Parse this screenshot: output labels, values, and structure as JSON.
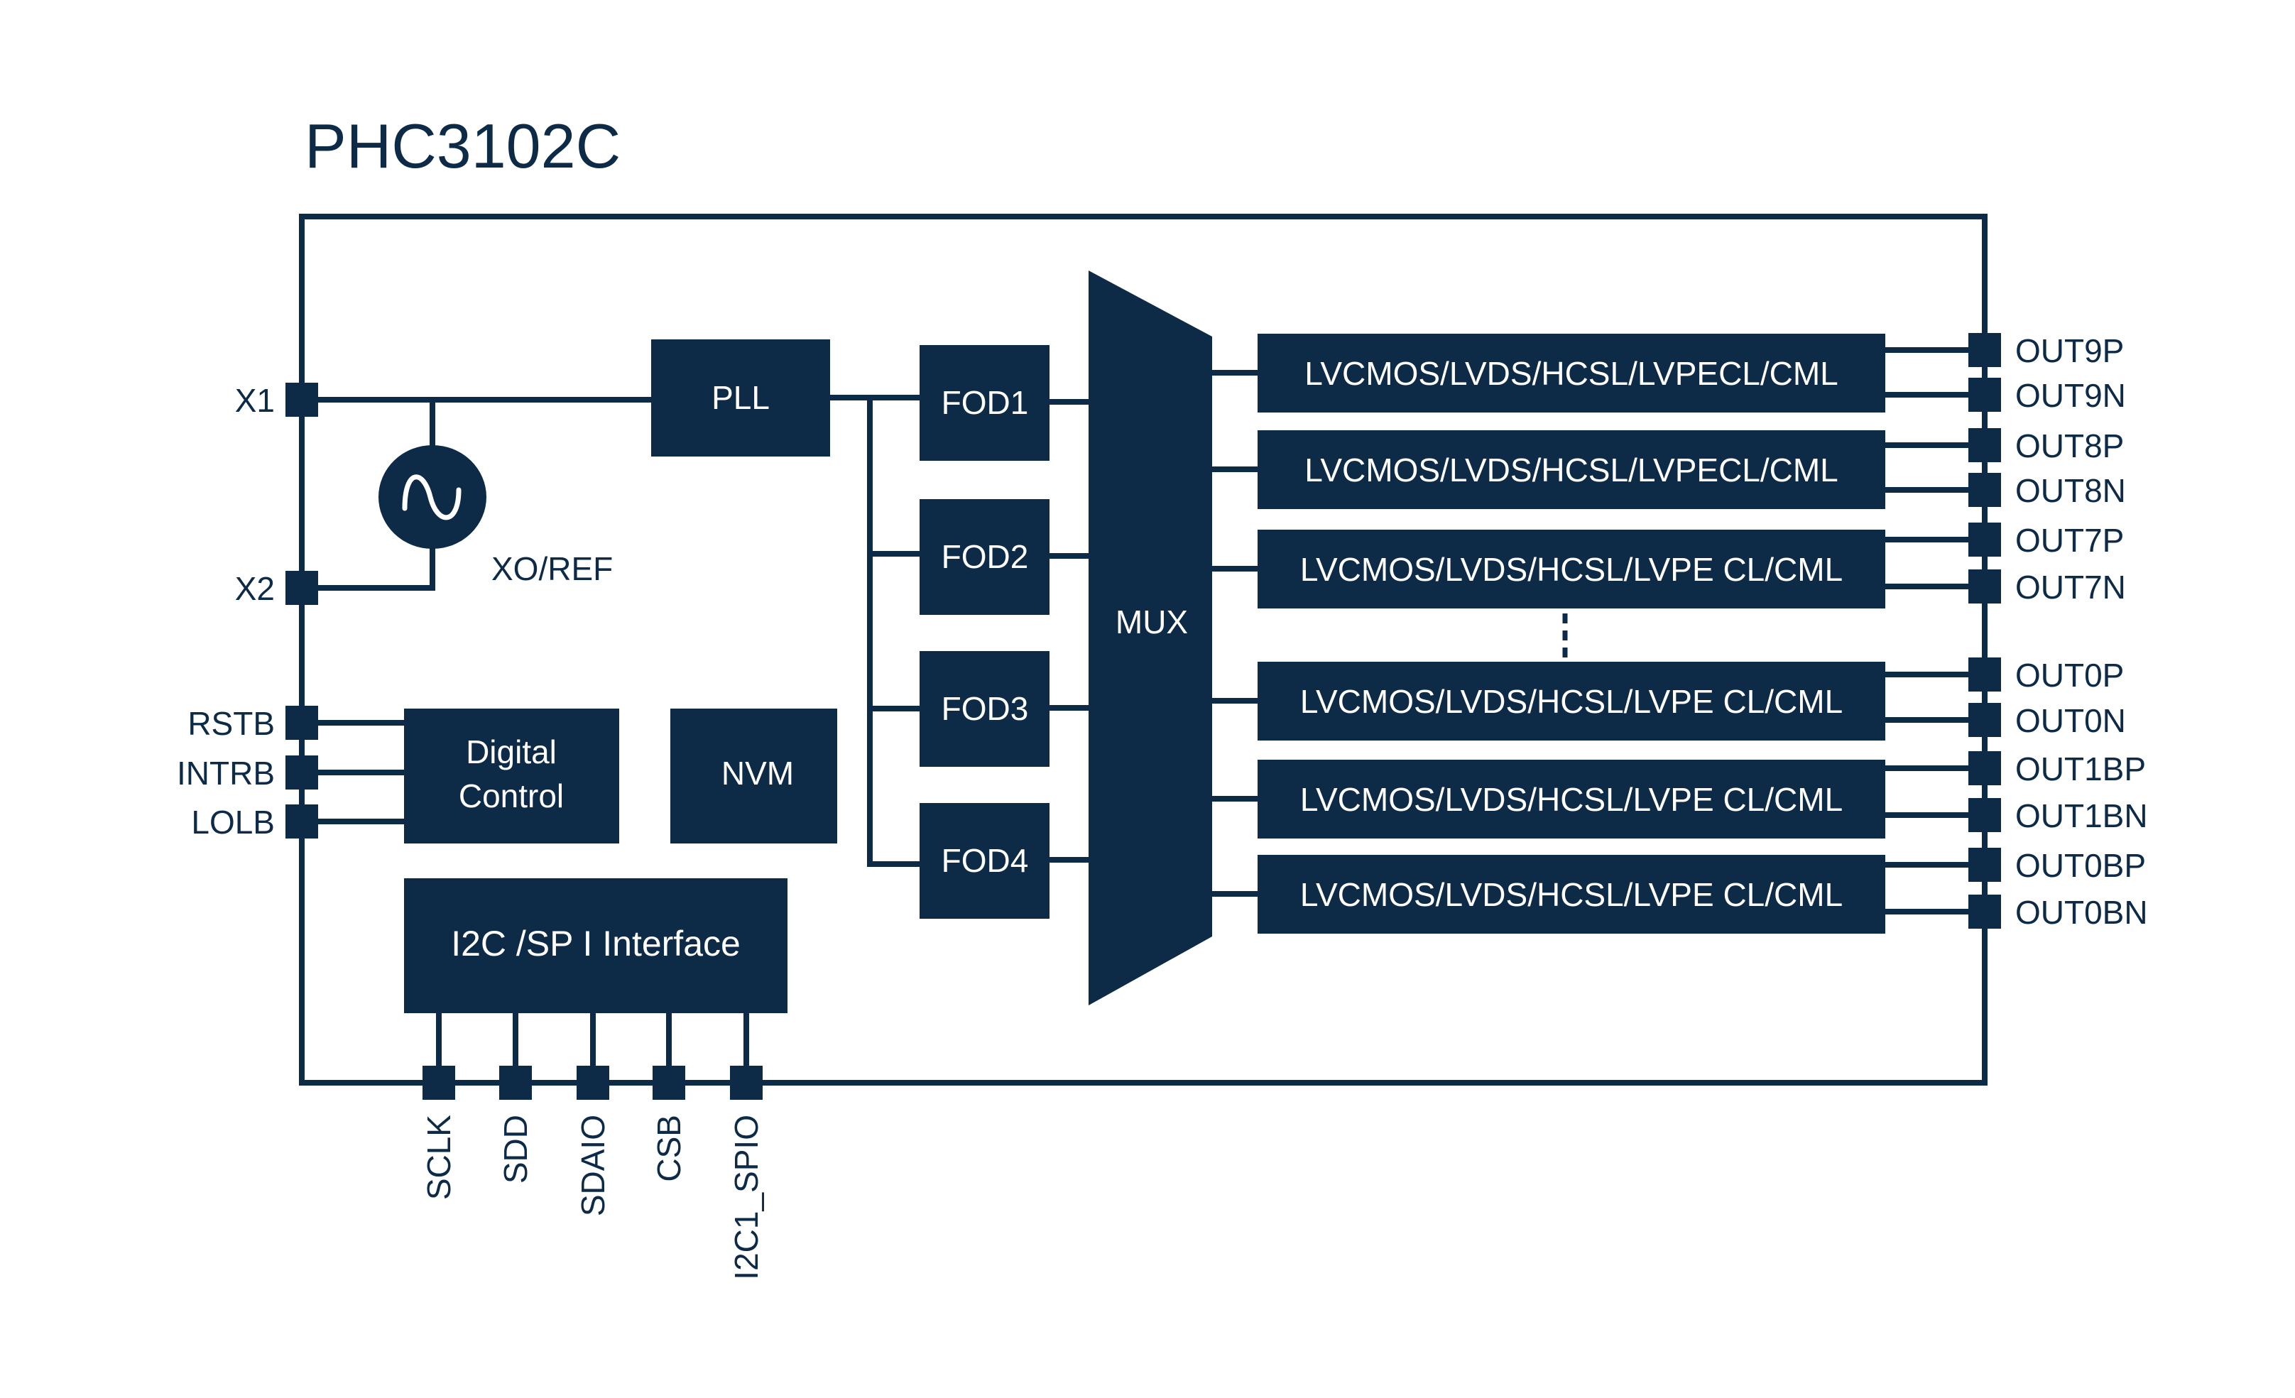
{
  "title": "PHC3102C",
  "colors": {
    "primary": "#0d2a47",
    "background": "#ffffff",
    "block_text": "#ffffff"
  },
  "left_pins": [
    {
      "label": "X1"
    },
    {
      "label": "X2"
    },
    {
      "label": "RSTB"
    },
    {
      "label": "INTRB"
    },
    {
      "label": "LOLB"
    }
  ],
  "oscillator": {
    "label": "XO/REF",
    "icon": "sine-wave-icon"
  },
  "blocks": {
    "pll": "PLL",
    "fods": [
      "FOD1",
      "FOD2",
      "FOD3",
      "FOD4"
    ],
    "mux": "MUX",
    "digital_control": [
      "Digital",
      "Control"
    ],
    "nvm": "NVM",
    "interface": "I2C /SP I Interface"
  },
  "drivers": [
    "LVCMOS/LVDS/HCSL/LVPECL/CML",
    "LVCMOS/LVDS/HCSL/LVPECL/CML",
    "LVCMOS/LVDS/HCSL/LVPE CL/CML",
    "LVCMOS/LVDS/HCSL/LVPE CL/CML",
    "LVCMOS/LVDS/HCSL/LVPE CL/CML",
    "LVCMOS/LVDS/HCSL/LVPE CL/CML"
  ],
  "right_pins": [
    "OUT9P",
    "OUT9N",
    "OUT8P",
    "OUT8N",
    "OUT7P",
    "OUT7N",
    "OUT0P",
    "OUT0N",
    "OUT1BP",
    "OUT1BN",
    "OUT0BP",
    "OUT0BN"
  ],
  "bottom_pins": [
    "SCLK",
    "SDD",
    "SDAIO",
    "CSB",
    "I2C1_SPIO"
  ]
}
